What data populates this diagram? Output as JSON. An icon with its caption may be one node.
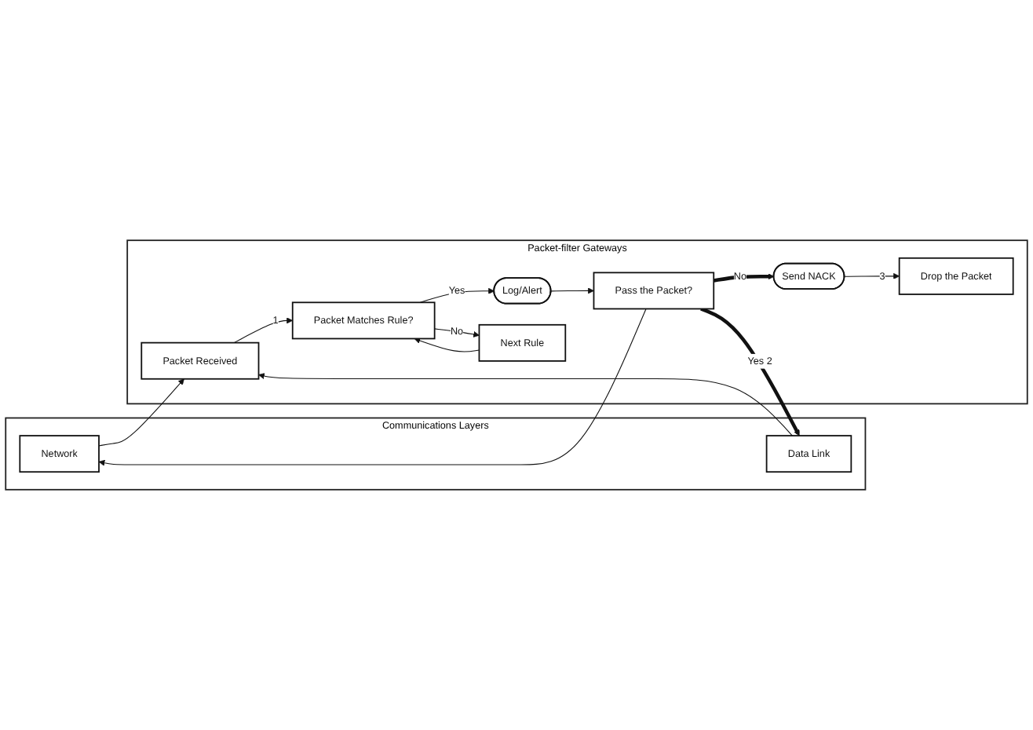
{
  "diagram": {
    "nodes": [
      {
        "text": [
          "Communications Layers"
        ]
      },
      {
        "text": [
          "Network"
        ],
        "in": 0
      },
      {
        "text": [
          "Data Link"
        ],
        "in": 0
      },
      {
        "text": [
          "Packet-filter Gateways"
        ]
      },
      {
        "text": [
          "Packet Received"
        ],
        "in": 3
      },
      {
        "text": [
          "Packet Matches Rule?"
        ],
        "in": 3
      },
      {
        "text": [
          "Log/Alert"
        ],
        "in": 3
      },
      {
        "text": [
          "Next Rule"
        ],
        "in": 3
      },
      {
        "text": [
          "Pass the Packet?"
        ],
        "in": 3
      },
      {
        "text": [
          "Send NACK"
        ],
        "in": 3
      },
      {
        "text": [
          "Drop the Packet"
        ],
        "in": 3
      }
    ],
    "edges": [
      {
        "from": 1,
        "to": 4,
        "arrow": "to"
      },
      {
        "from": 2,
        "to": 4,
        "arrow": "to"
      },
      {
        "from": 4,
        "to": 5,
        "arrow": "to",
        "label": "1"
      },
      {
        "from": 5,
        "to": 6,
        "arrow": "to",
        "label": "Yes"
      },
      {
        "from": 5,
        "to": 7,
        "arrow": "to",
        "label": "No"
      },
      {
        "from": 7,
        "to": 5,
        "arrow": "to"
      },
      {
        "from": 6,
        "to": 8,
        "arrow": "to"
      },
      {
        "from": 8,
        "to": 1,
        "arrow": "to"
      },
      {
        "from": 8,
        "to": 2,
        "arrow": "to",
        "label": "Yes 2",
        "style": "thick"
      },
      {
        "from": 8,
        "to": 9,
        "arrow": "to",
        "label": "No",
        "style": "thick"
      },
      {
        "from": 9,
        "to": 10,
        "arrow": "to",
        "label": "3"
      }
    ]
  }
}
